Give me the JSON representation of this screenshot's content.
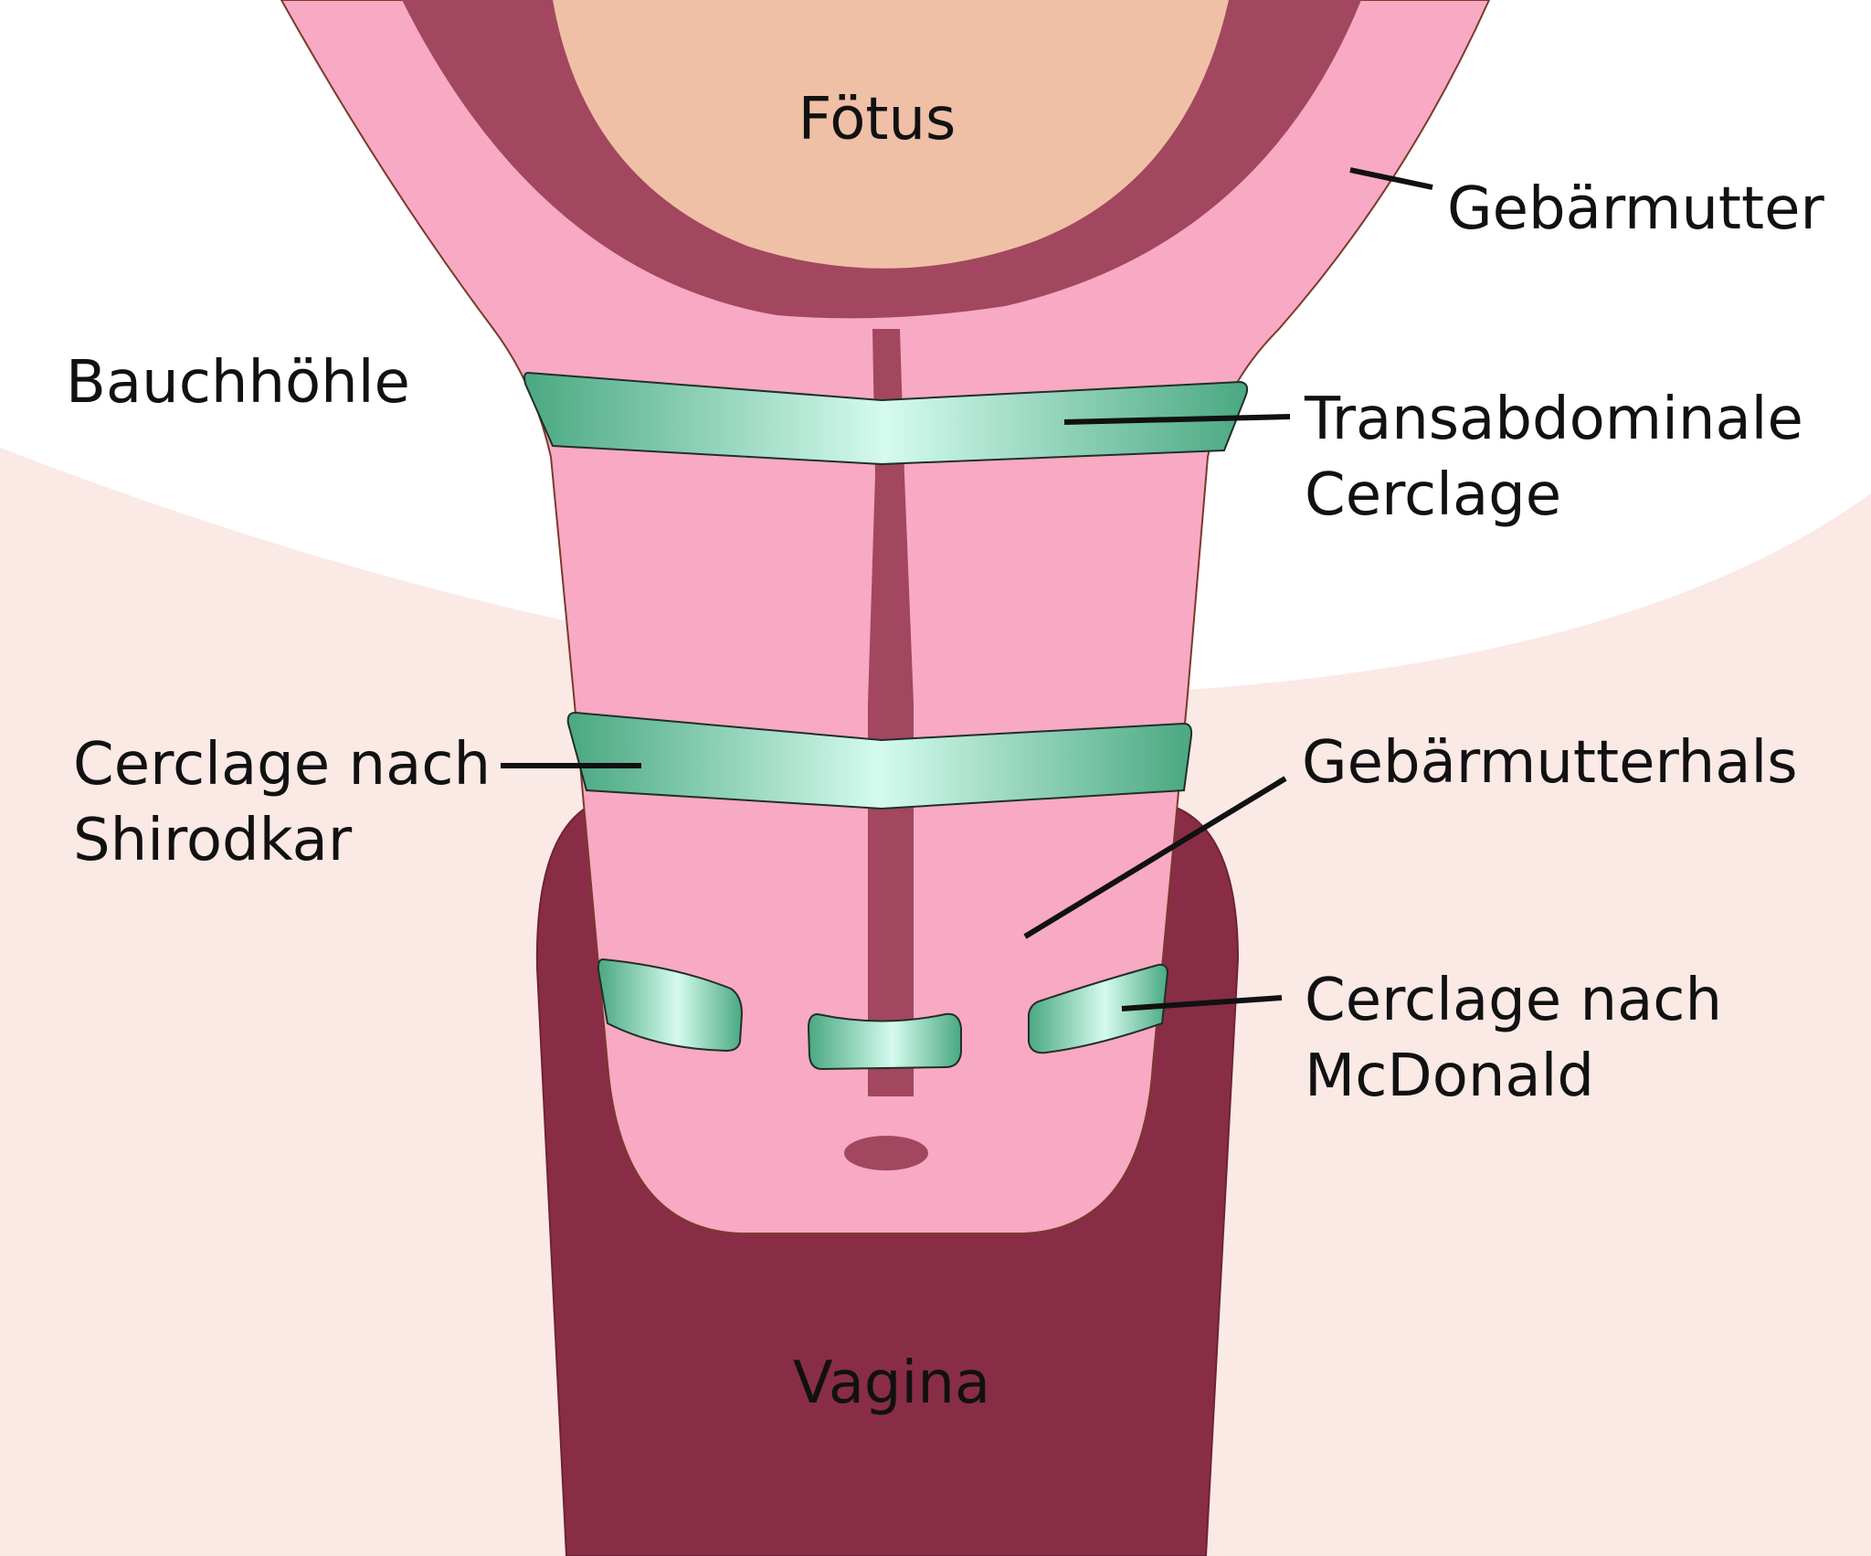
{
  "labels": {
    "fetus": "Fötus",
    "uterus": "Gebärmutter",
    "abdominal_cavity": "Bauchhöhle",
    "transabdominal_line1": "Transabdominale",
    "transabdominal_line2": "Cerclage",
    "shirodkar_line1": "Cerclage nach",
    "shirodkar_line2": "Shirodkar",
    "cervix": "Gebärmutterhals",
    "mcdonald_line1": "Cerclage nach",
    "mcdonald_line2": "McDonald",
    "vagina": "Vagina"
  },
  "colors": {
    "background_tint": "#fbe9e6",
    "uterus_pink": "#f8a9c3",
    "uterine_wall": "#a2475f",
    "fetus": "#efc0a6",
    "vagina": "#892d47",
    "band_dark": "#4aa882",
    "band_light": "#d5fbee",
    "label_text": "#111111"
  }
}
